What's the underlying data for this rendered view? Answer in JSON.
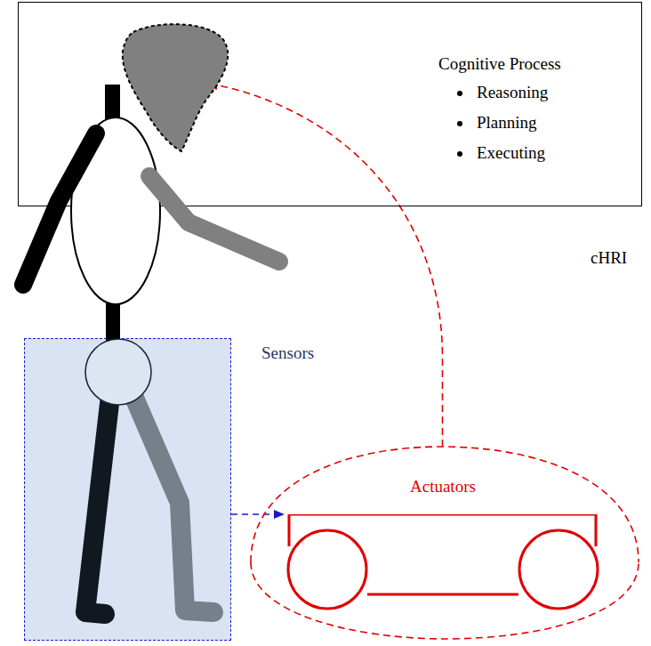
{
  "diagram": {
    "nodes": [
      {
        "text": [
          "Cognitive Process",
          "Reasoning",
          "Planning",
          "Executing"
        ]
      },
      {
        "text": [
          "Sensors"
        ]
      },
      {
        "text": [
          "Actuators"
        ]
      }
    ],
    "edges": [
      {
        "from": 1,
        "to": 2,
        "arrow": "to"
      },
      {
        "from": 2,
        "to": 0,
        "arrow": "to"
      }
    ],
    "labels": [
      "cHRI"
    ]
  }
}
